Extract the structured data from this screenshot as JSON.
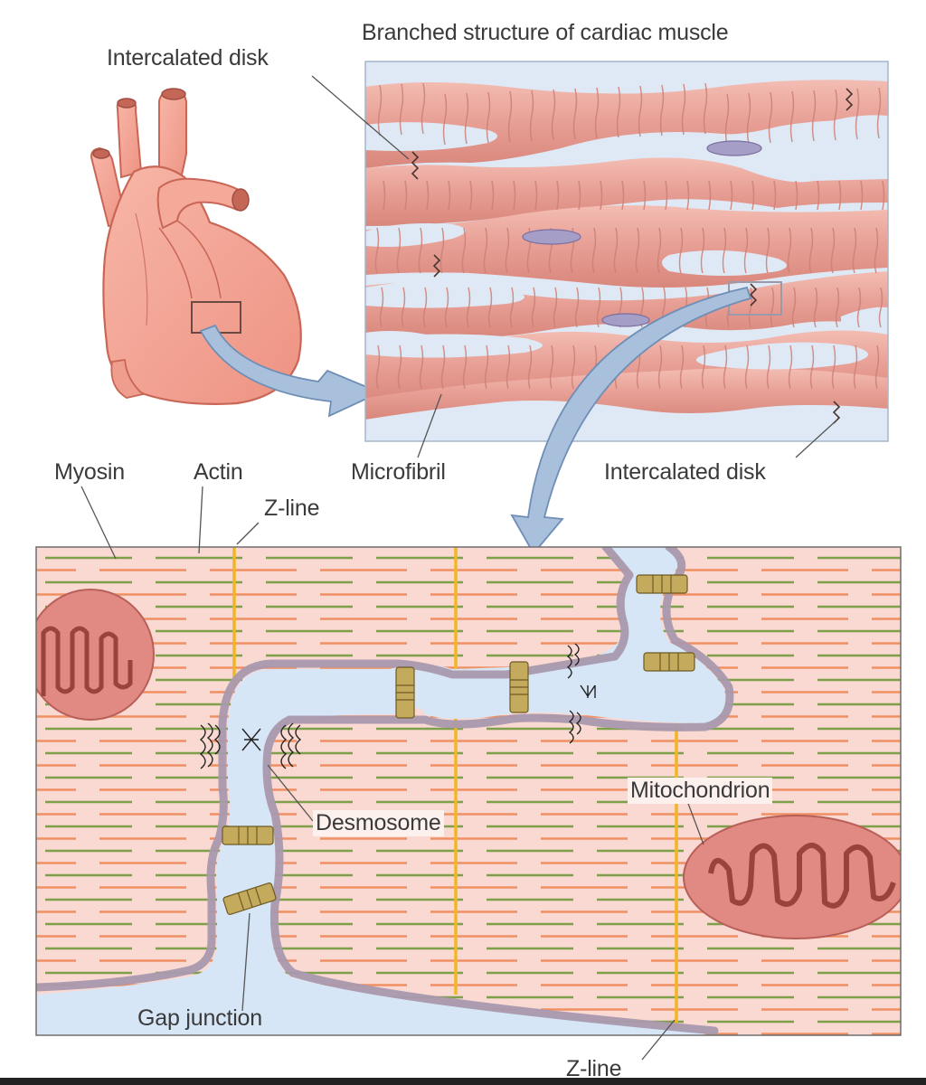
{
  "labels": {
    "title": "Branched structure of cardiac muscle",
    "intercalated_disk_top": "Intercalated disk",
    "intercalated_disk_right": "Intercalated disk",
    "myosin": "Myosin",
    "actin": "Actin",
    "microfibril": "Microfibril",
    "z_line_top": "Z-line",
    "z_line_bottom": "Z-line",
    "mitochondrion": "Mitochondrion",
    "desmosome": "Desmosome",
    "gap_junction": "Gap junction"
  },
  "colors": {
    "heart": "#f2a393",
    "heart_outline": "#c96656",
    "fiber": "#e9a39a",
    "fiber_striation": "#c9786c",
    "interstitial": "#dfe9f5",
    "panel_pink": "#fad9d2",
    "actin_line": "#7fa04a",
    "myosin_line": "#ef9063",
    "z_line": "#f2b623",
    "membrane": "#a999ad",
    "membrane_lumen": "#d7e6f6",
    "gap_junction": "#c4aa5c",
    "arrow": "#a9c0dd",
    "mitochondrion": "#e08a83"
  }
}
